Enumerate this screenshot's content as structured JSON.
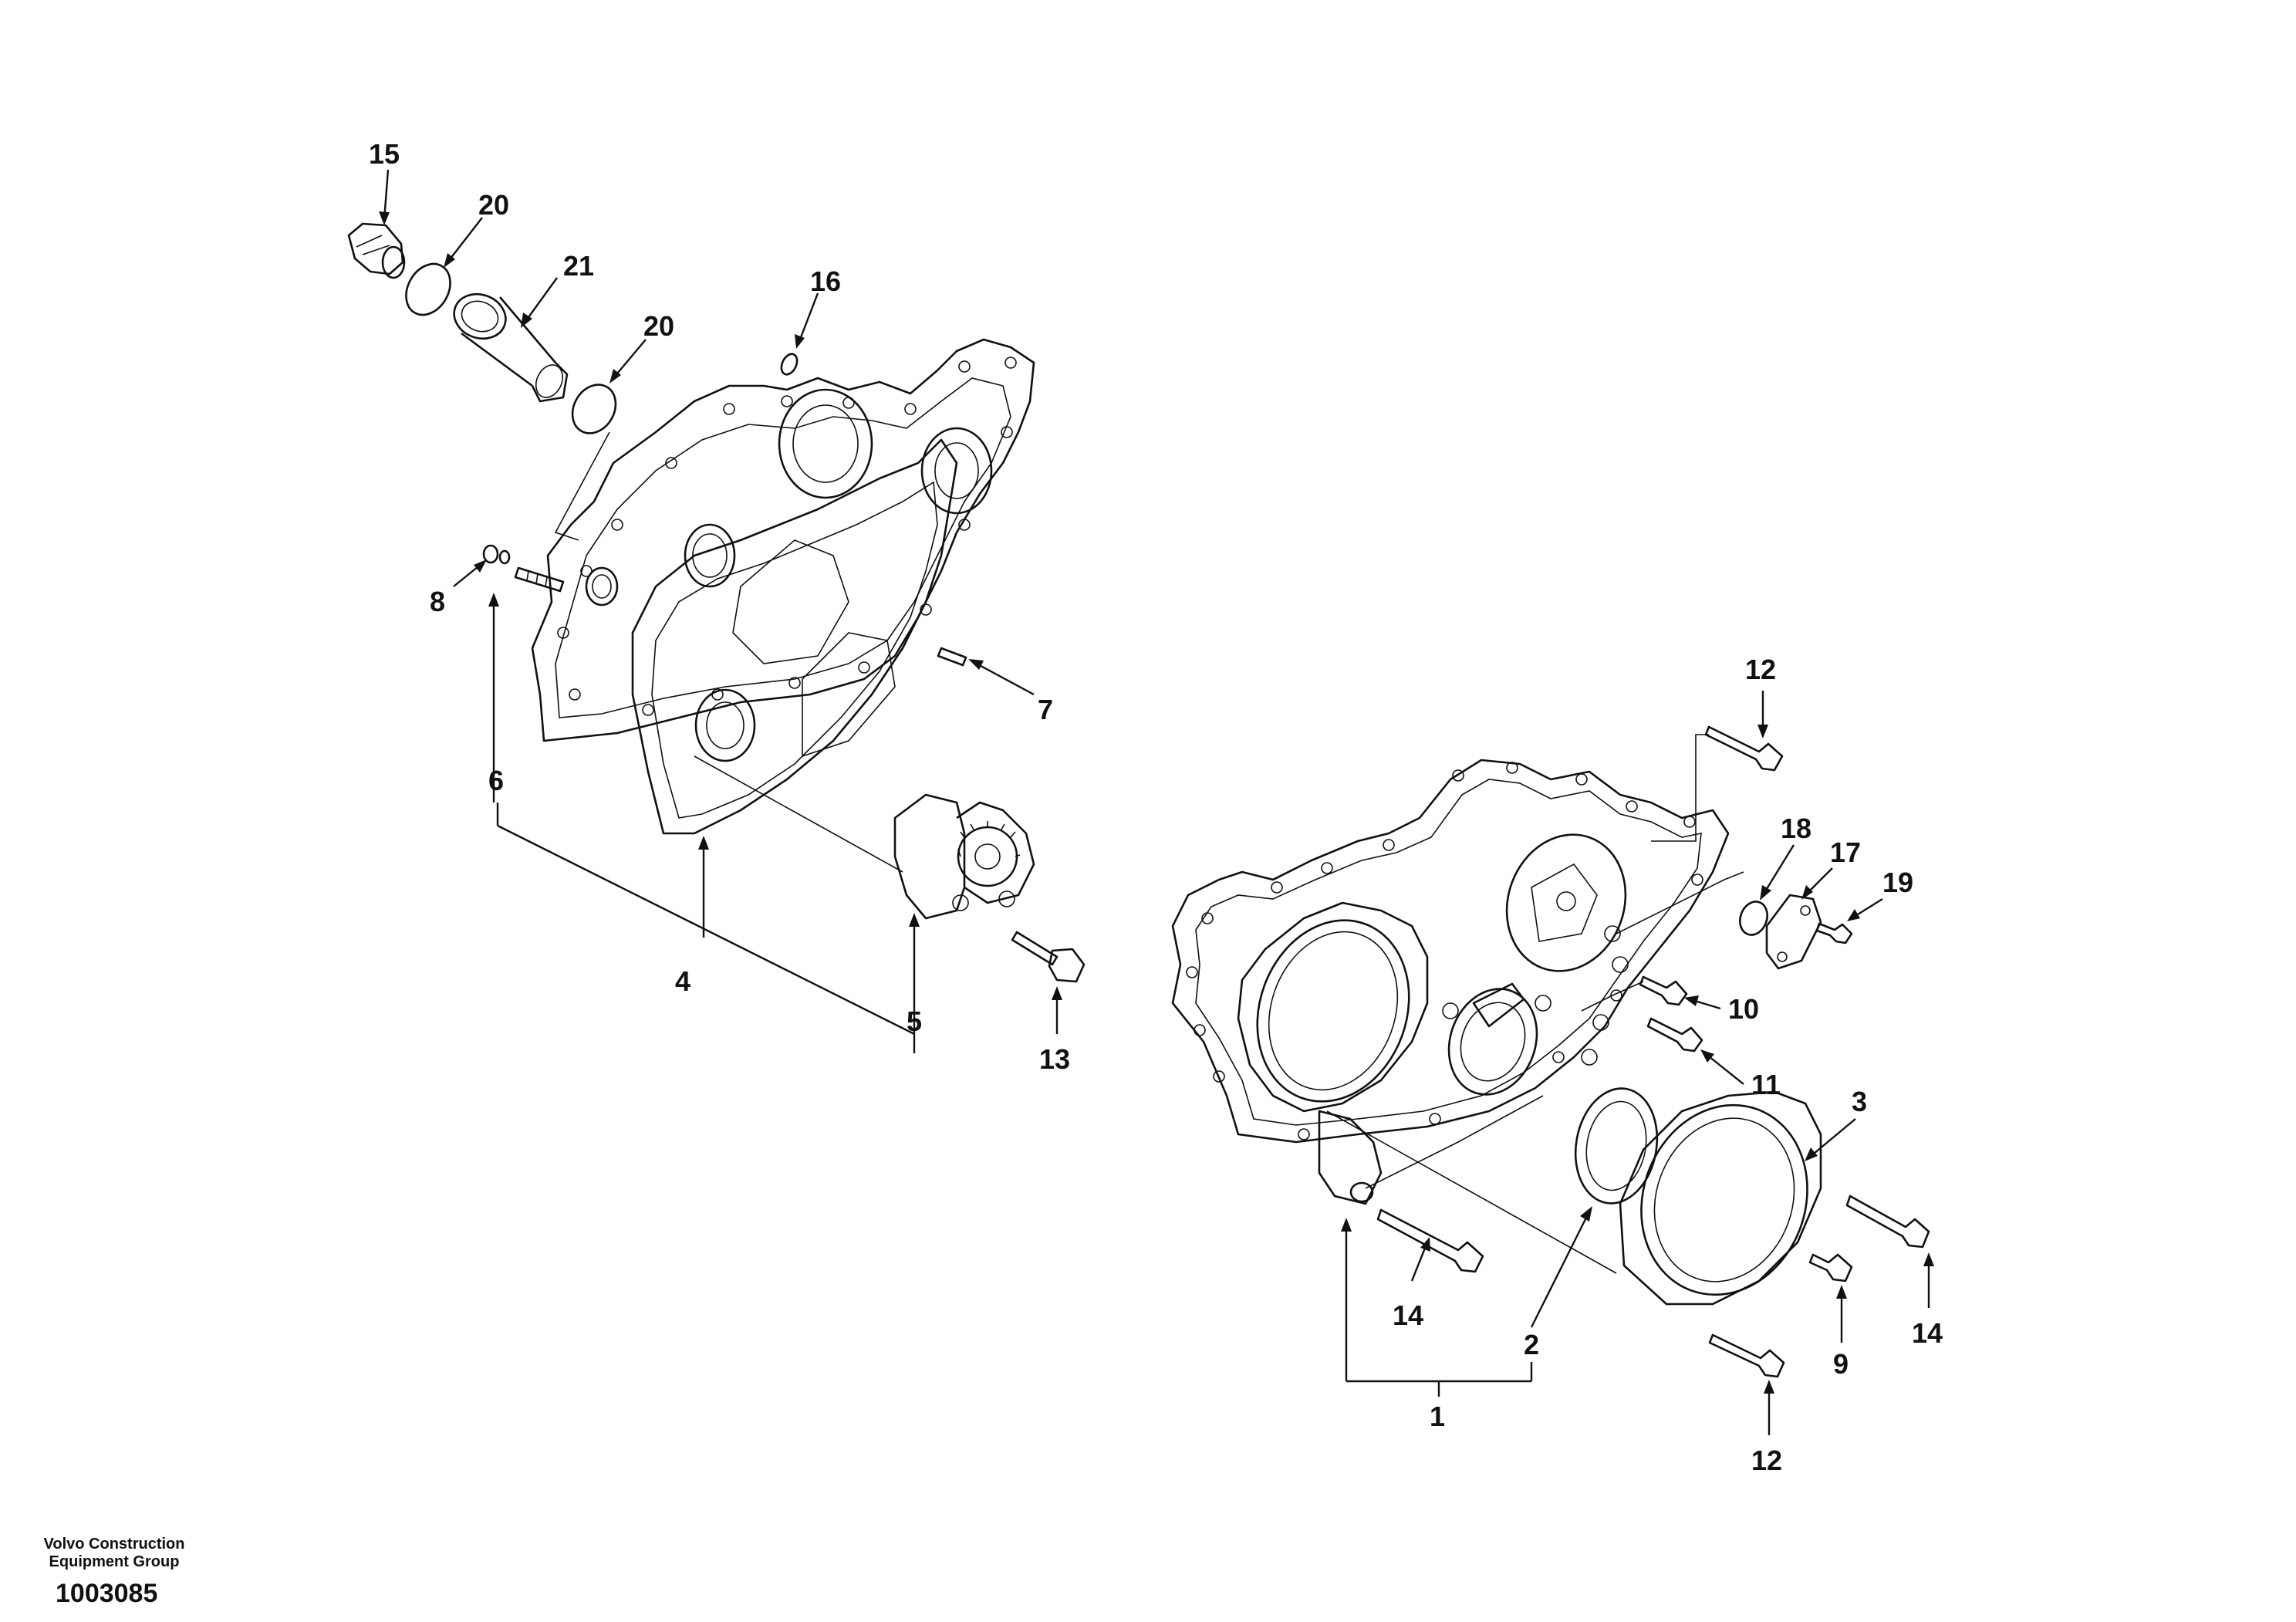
{
  "callouts": [
    {
      "id": "c15a",
      "text": "15"
    },
    {
      "id": "c20a",
      "text": "20"
    },
    {
      "id": "c21",
      "text": "21"
    },
    {
      "id": "c20b",
      "text": "20"
    },
    {
      "id": "c16",
      "text": "16"
    },
    {
      "id": "c8",
      "text": "8"
    },
    {
      "id": "c7",
      "text": "7"
    },
    {
      "id": "c6",
      "text": "6"
    },
    {
      "id": "c4",
      "text": "4"
    },
    {
      "id": "c5",
      "text": "5"
    },
    {
      "id": "c13",
      "text": "13"
    },
    {
      "id": "c12a",
      "text": "12"
    },
    {
      "id": "c18",
      "text": "18"
    },
    {
      "id": "c17",
      "text": "17"
    },
    {
      "id": "c19",
      "text": "19"
    },
    {
      "id": "c10",
      "text": "10"
    },
    {
      "id": "c11",
      "text": "11"
    },
    {
      "id": "c3",
      "text": "3"
    },
    {
      "id": "c14a",
      "text": "14"
    },
    {
      "id": "c2",
      "text": "2"
    },
    {
      "id": "c9",
      "text": "9"
    },
    {
      "id": "c14b",
      "text": "14"
    },
    {
      "id": "c1",
      "text": "1"
    },
    {
      "id": "c12b",
      "text": "12"
    }
  ],
  "footer": {
    "company_line1": "Volvo Construction",
    "company_line2": "Equipment Group",
    "drawing_number": "1003085"
  }
}
